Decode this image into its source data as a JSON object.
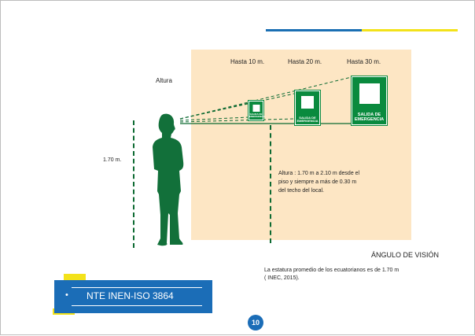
{
  "colors": {
    "accent_blue": "#1b6db7",
    "accent_yellow": "#f3e21a",
    "sign_green": "#0a8a3e",
    "silhouette": "#12703a",
    "panel": "#fde6c4"
  },
  "diagram": {
    "altura_label": "Altura",
    "height_label": "1.70 m.",
    "distances": [
      "Hasta 10 m.",
      "Hasta 20 m.",
      "Hasta 30 m."
    ],
    "sign_text_small": "SALIDA DE EMERGENCIA",
    "sign_text_medium_1": "SALIDA DE",
    "sign_text_medium_2": "EMERGENCIA",
    "note_line_1": "Altura : 1.70 m a 2.10 m desde el",
    "note_line_2": "piso y siempre a más de 0.30 m",
    "note_line_3": "del techo del local."
  },
  "section": {
    "title": "ÁNGULO DE VISIÓN",
    "body_line_1": "La estatura promedio de los ecuatorianos es de 1.70 m",
    "body_line_2": "( INEC, 2015)."
  },
  "footer": {
    "standard_label": "NTE INEN-ISO 3864",
    "bullet": "•",
    "page_number": "10"
  }
}
